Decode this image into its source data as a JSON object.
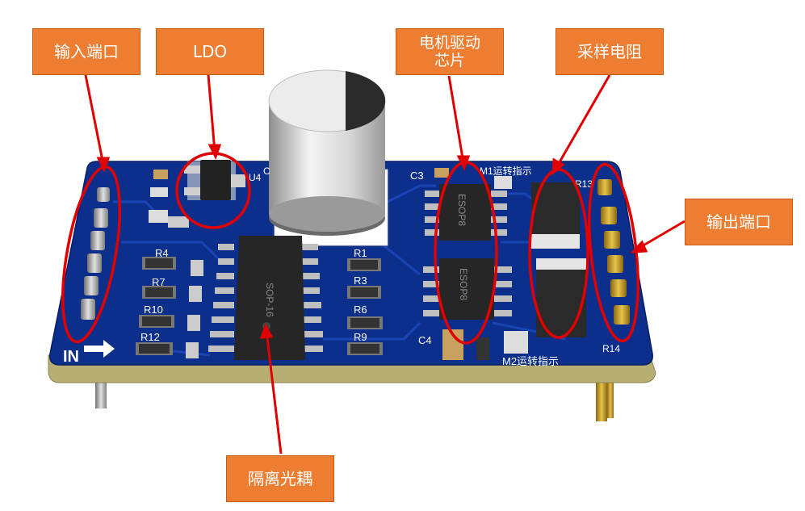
{
  "callouts": {
    "input_port": "输入端口",
    "ldo": "LDO",
    "motor_driver": "电机驱动\n芯片",
    "sense_resistor": "采样电阻",
    "output_port": "输出端口",
    "optocoupler": "隔离光耦"
  },
  "board_labels": {
    "in": "IN",
    "m1_indicator": "M1运转指示",
    "m2_indicator": "M2运转指示",
    "sop16": "SOP-16",
    "esop8_top": "ESOP8",
    "esop8_bottom": "ESOP8",
    "r4": "R4",
    "r7": "R7",
    "r10": "R10",
    "r12": "R12",
    "r1": "R1",
    "r3": "R3",
    "r6": "R6",
    "r9": "R9",
    "c3": "C3",
    "c4": "C4",
    "u4": "U4",
    "c": "C",
    "r13": "R13",
    "r14": "R14"
  },
  "colors": {
    "callout_fill": "#ed7d31",
    "highlight_ring": "#e00000",
    "pcb_blue": "#0c2f8c",
    "pcb_edge": "#b7ae73"
  }
}
